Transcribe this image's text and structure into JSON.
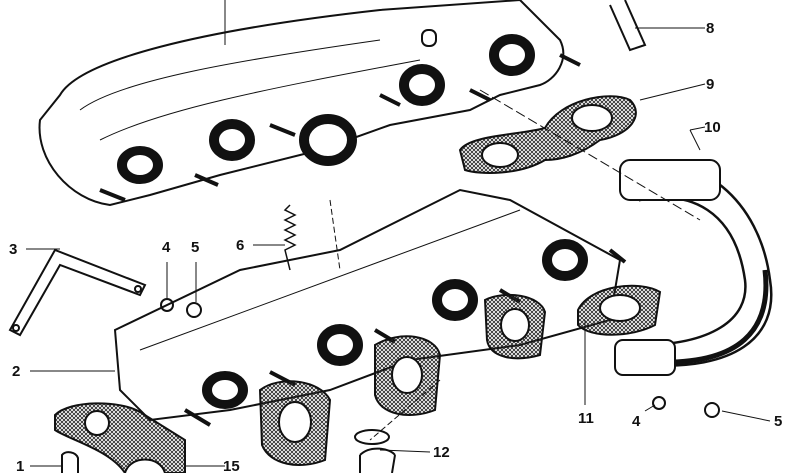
{
  "diagram": {
    "colors": {
      "ink": "#111111",
      "paper": "#ffffff"
    },
    "callouts": [
      {
        "id": "c8",
        "number": "8",
        "part": "bracket"
      },
      {
        "id": "c9",
        "number": "9",
        "part": "gasket-upper"
      },
      {
        "id": "c10",
        "number": "10",
        "part": "intake-pipe-bend"
      },
      {
        "id": "c3",
        "number": "3",
        "part": "support-bracket"
      },
      {
        "id": "c4a",
        "number": "4",
        "part": "washer"
      },
      {
        "id": "c5a",
        "number": "5",
        "part": "nut"
      },
      {
        "id": "c6",
        "number": "6",
        "part": "tension-spring"
      },
      {
        "id": "c2",
        "number": "2",
        "part": "intake-manifold"
      },
      {
        "id": "c11",
        "number": "11",
        "part": "gasket-lower"
      },
      {
        "id": "c4b",
        "number": "4",
        "part": "washer"
      },
      {
        "id": "c5b",
        "number": "5",
        "part": "nut"
      },
      {
        "id": "c12",
        "number": "12",
        "part": "hose-clamp"
      },
      {
        "id": "c1",
        "number": "1",
        "part": "plug"
      },
      {
        "id": "c15",
        "number": "15",
        "part": "gasket"
      }
    ]
  }
}
